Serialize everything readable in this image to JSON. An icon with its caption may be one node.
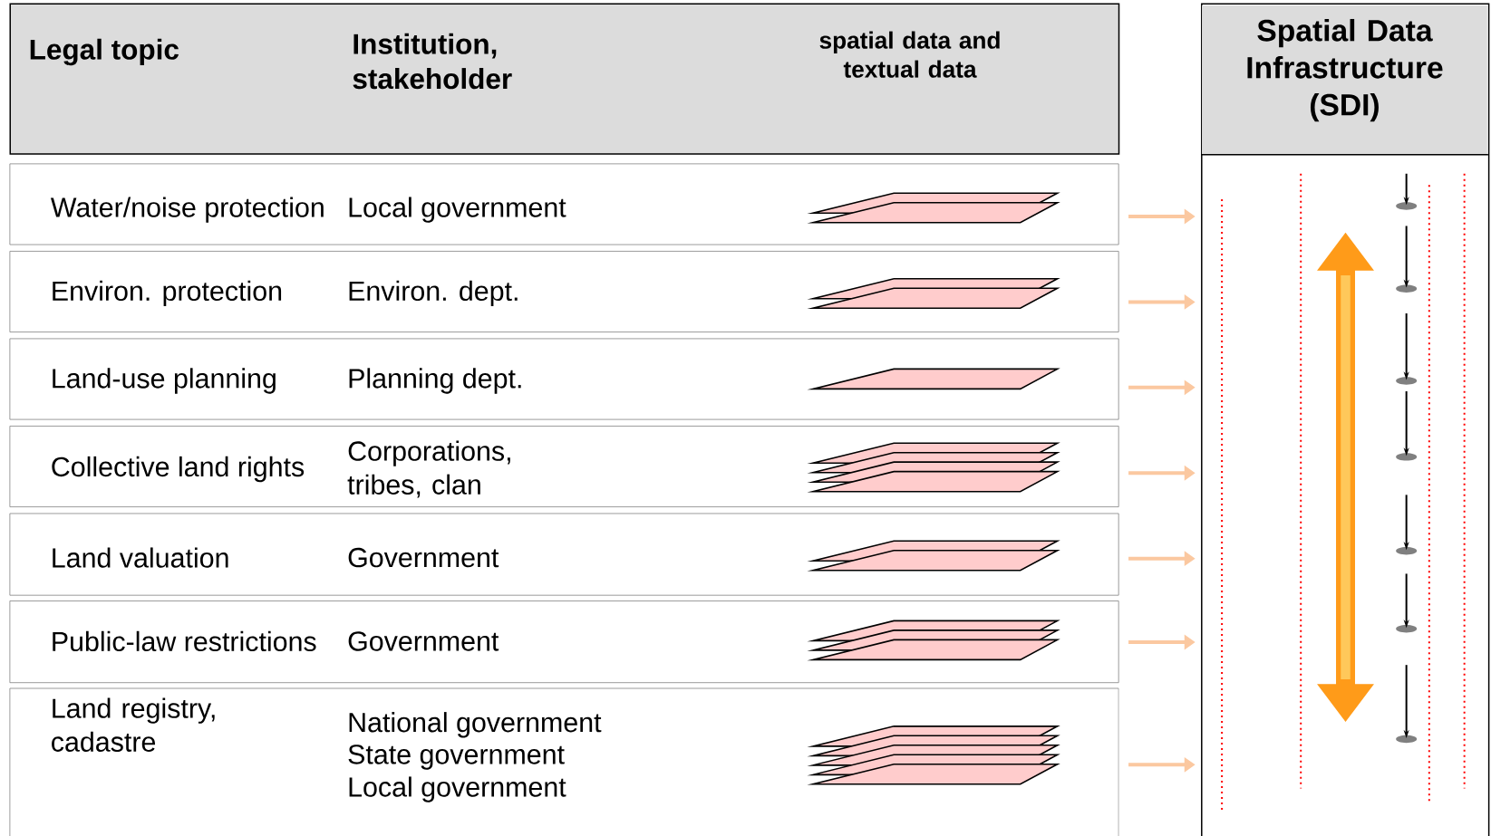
{
  "diagram": {
    "nodes": [
      {
        "text": [
          "Legal topic",
          "Institution, stakeholder",
          "spatial data and textual data"
        ]
      },
      {
        "text": [
          "Water/noise protection",
          "Local government"
        ]
      },
      {
        "text": [
          "Environ. protection",
          "Environ. dept."
        ]
      },
      {
        "text": [
          "Land-use planning",
          "Planning dept."
        ]
      },
      {
        "text": [
          "Collective land rights",
          "Corporations, tribes, clan"
        ]
      },
      {
        "text": [
          "Land valuation",
          "Government"
        ]
      },
      {
        "text": [
          "Public-law restrictions",
          "Government"
        ]
      },
      {
        "text": [
          "Land registry, cadastre",
          "National government",
          "State government",
          "Local government"
        ]
      },
      {
        "text": [
          "Spatial Data Infrastructure (SDI)"
        ]
      }
    ],
    "edges": [
      {
        "from": 1,
        "to": 8,
        "arrow": "to"
      },
      {
        "from": 2,
        "to": 8,
        "arrow": "to"
      },
      {
        "from": 3,
        "to": 8,
        "arrow": "to"
      },
      {
        "from": 4,
        "to": 8,
        "arrow": "to"
      },
      {
        "from": 5,
        "to": 8,
        "arrow": "to"
      },
      {
        "from": 6,
        "to": 8,
        "arrow": "to"
      },
      {
        "from": 7,
        "to": 8,
        "arrow": "to"
      }
    ]
  }
}
